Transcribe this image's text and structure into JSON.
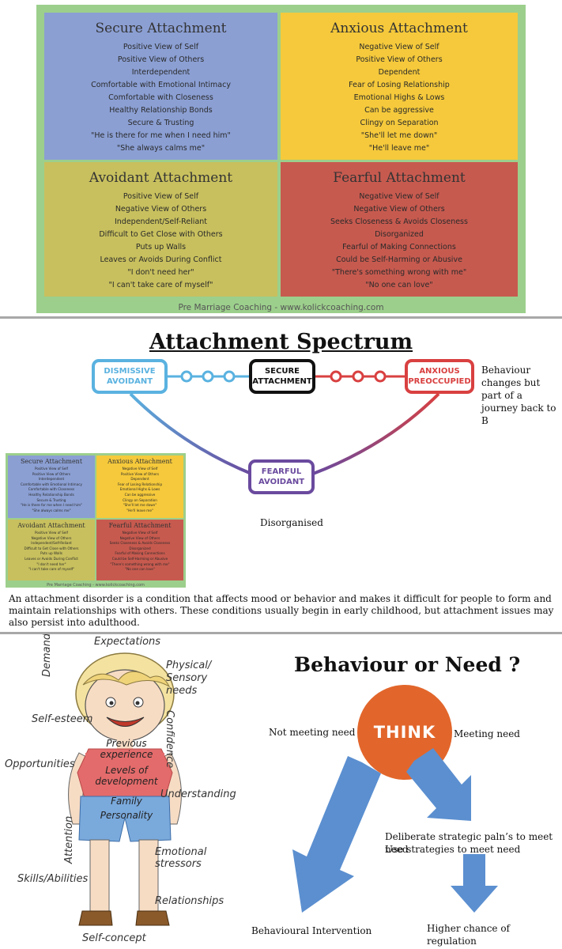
{
  "attachment_chart": {
    "secure": {
      "title": "Secure Attachment",
      "items": [
        "Positive View of Self",
        "Positive View of Others",
        "Interdependent",
        "Comfortable with Emotional Intimacy",
        "Comfortable with Closeness",
        "Healthy Relationship Bonds",
        "Secure & Trusting",
        "\"He is there for me when I need him\"",
        "\"She always calms me\""
      ]
    },
    "anxious": {
      "title": "Anxious Attachment",
      "items": [
        "Negative View of Self",
        "Positive View of Others",
        "Dependent",
        "Fear of Losing Relationship",
        "Emotional Highs & Lows",
        "Can be aggressive",
        "Clingy on Separation",
        "\"She'll let me down\"",
        "\"He'll leave me\""
      ]
    },
    "avoidant": {
      "title": "Avoidant Attachment",
      "items": [
        "Positive View of Self",
        "Negative View of Others",
        "Independent/Self-Reliant",
        "Difficult to Get Close with Others",
        "Puts up Walls",
        "Leaves or Avoids During Conflict",
        "\"I don't need her\"",
        "\"I can't take care of myself\""
      ]
    },
    "fearful": {
      "title": "Fearful Attachment",
      "items": [
        "Negative View of Self",
        "Negative View of Others",
        "Seeks Closeness & Avoids Closeness",
        "Disorganized",
        "Fearful of Making Connections",
        "Could be Self-Harming or Abusive",
        "\"There's something wrong with me\"",
        "\"No one can love\""
      ]
    },
    "credit": "Pre Marriage Coaching - www.kolickcoaching.com"
  },
  "spectrum": {
    "title": "Attachment Spectrum",
    "dismissive_line1": "DISMISSIVE",
    "dismissive_line2": "AVOIDANT",
    "secure_line1": "SECURE",
    "secure_line2": "ATTACHMENT",
    "anxious_line1": "ANXIOUS",
    "anxious_line2": "PREOCCUPIED",
    "fearful_line1": "FEARFUL",
    "fearful_line2": "AVOIDANT",
    "side_note": "Behaviour changes but part of a journey back to B",
    "disorganised": "Disorganised",
    "paragraph": "An attachment disorder is a condition that affects mood or behavior and makes it difficult for people to form and maintain relationships with others. These conditions usually begin in early childhood, but attachment issues may also persist into adulthood."
  },
  "child_diagram": {
    "expectations": "Expectations",
    "physical": "Physical/",
    "sensory_needs": "Sensory needs",
    "demands": "Demands",
    "confidence": "Confidence",
    "self_esteem": "Self-esteem",
    "opportunities": "Opportunities",
    "previous_experience": "Previous experience",
    "levels_of_development": "Levels of development",
    "family": "Family",
    "personality": "Personality",
    "understanding": "Understanding",
    "attention": "Attention",
    "emotional_stressors": "Emotional stressors",
    "skills_abilities": "Skills/Abilities",
    "relationships": "Relationships",
    "self_concept": "Self-concept"
  },
  "behaviour": {
    "title": "Behaviour or Need ?",
    "think": "THINK",
    "not_meeting": "Not meeting need",
    "meeting": "Meeting need",
    "deliberate": "Deliberate strategic paln’s to meet need",
    "use_strategies": "Use strategies to meet need",
    "behavioural": "Behavioural  Intervention",
    "higher_chance": "Higher chance of regulation"
  }
}
